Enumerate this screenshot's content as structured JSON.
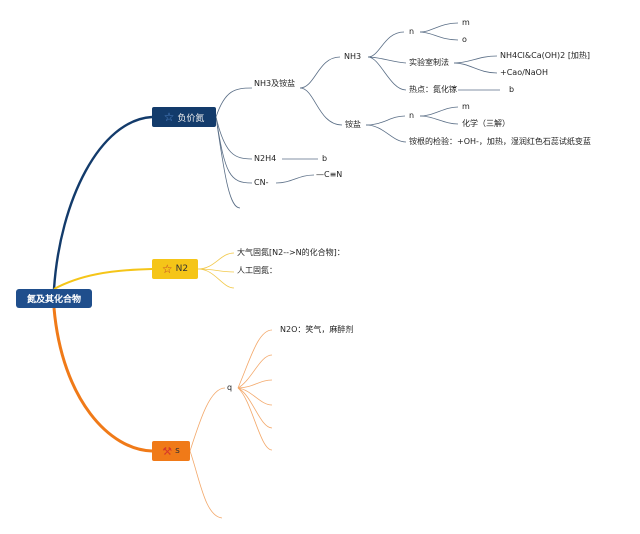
{
  "root": {
    "label": "氮及其化合物"
  },
  "branches": {
    "b1": {
      "label": "负价氮",
      "nh3_group": "NH3及铵盐",
      "nh3": "NH3",
      "nh3_n": "n",
      "nh3_m": "m",
      "nh3_o": "o",
      "lab_prep": "实验室制法",
      "lab_prep_1": "NH4Cl&Ca(OH)2 [加热]",
      "lab_prep_2": "+Cao/NaOH",
      "hotspot": "热点：氮化镓",
      "hotspot_b": "b",
      "ammonium": "铵盐",
      "amm_n": "n",
      "amm_m": "m",
      "amm_chem": "化学（三解）",
      "amm_test": "铵根的检验：+OH-，加热，湿润红色石蕊试纸变蓝",
      "n2h4": "N2H4",
      "n2h4_b": "b",
      "cn": "CN-",
      "cn_bond": "—C≡N"
    },
    "b2": {
      "label": "N2",
      "fix1": "大气固氮[N2-->N的化合物]：",
      "fix2": "人工固氮："
    },
    "b3": {
      "label": "s",
      "q": "q",
      "n2o": "N2O：笑气，麻醉剂"
    }
  },
  "colors": {
    "branch1": "#133b6b",
    "branch2": "#f5c518",
    "branch3": "#f07a18",
    "root": "#1f4e8c"
  },
  "icons": [
    "star-outline-icon",
    "star-outline-icon",
    "hammer-wrench-icon"
  ]
}
